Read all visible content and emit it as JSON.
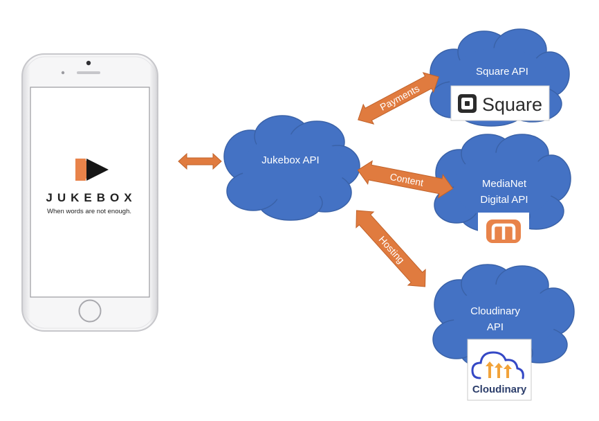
{
  "phone": {
    "brand_name": "JUKEBOX",
    "tagline": "When words are not enough."
  },
  "clouds": {
    "jukebox": {
      "label": "Jukebox API"
    },
    "square": {
      "label": "Square API"
    },
    "medianet": {
      "line1": "MediaNet",
      "line2": "Digital API"
    },
    "cloudinary": {
      "line1": "Cloudinary",
      "line2": "API"
    }
  },
  "arrows": {
    "payments": "Payments",
    "content": "Content",
    "hosting": "Hosting"
  },
  "logos": {
    "square": "Square",
    "cloudinary": "Cloudinary"
  },
  "colors": {
    "cloud_fill": "#4472c4",
    "cloud_stroke": "#3a62a8",
    "arrow_fill": "#e07b3f",
    "arrow_stroke": "#c0622a",
    "brand_orange": "#e8834a",
    "brand_dark": "#1a1a1a"
  }
}
